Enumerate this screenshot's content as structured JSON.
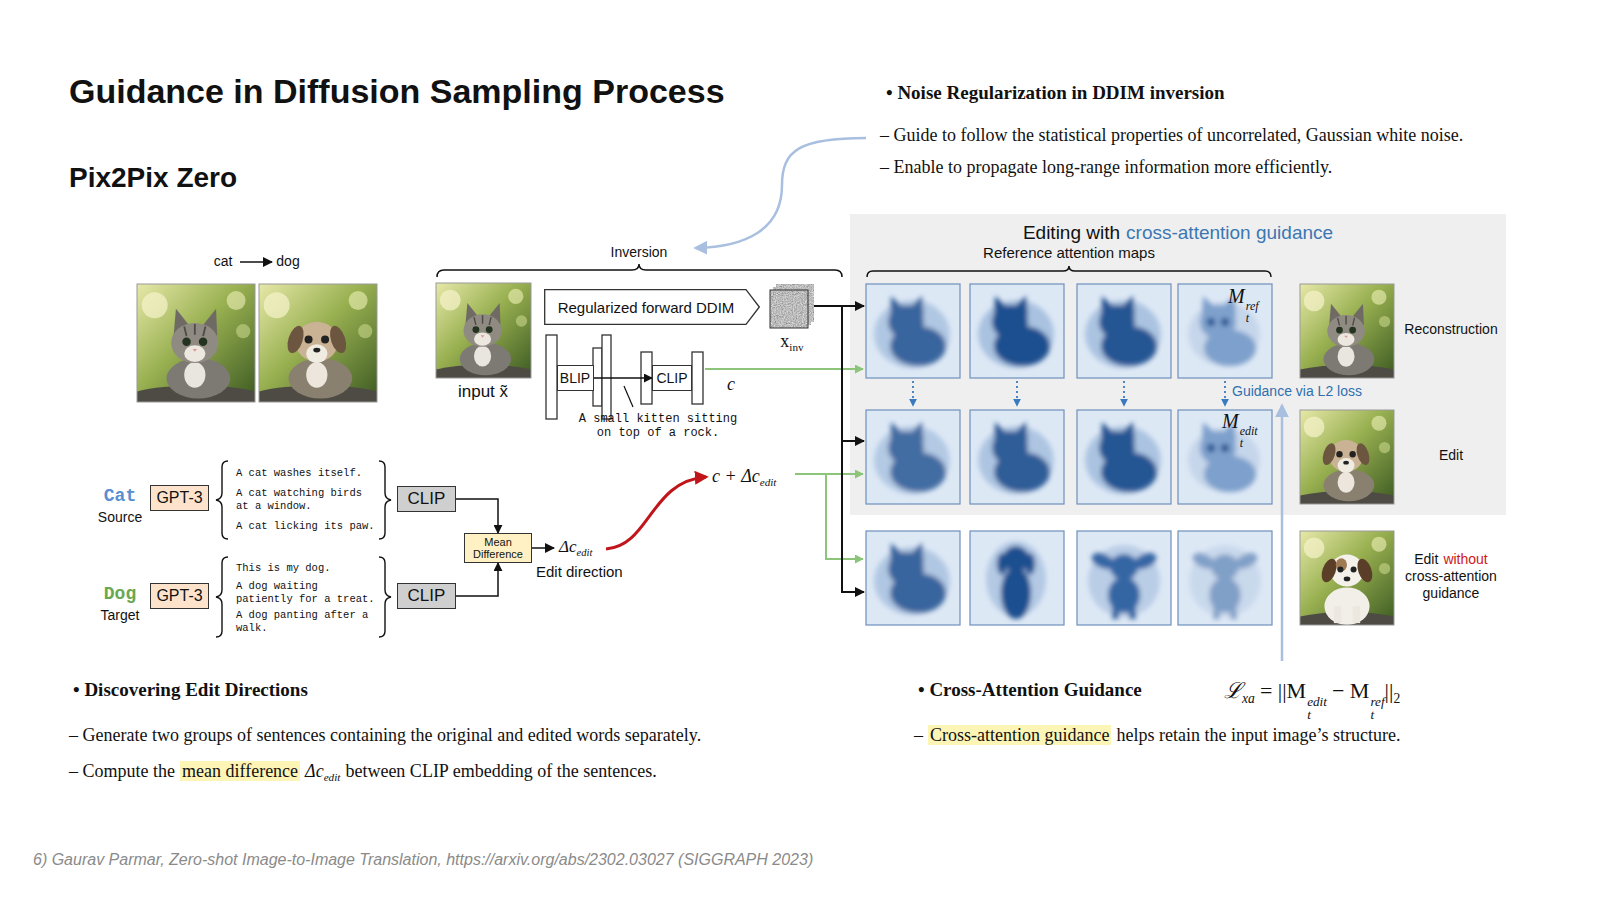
{
  "diagram": {
    "title": "Guidance in Diffusion Sampling Process",
    "caption": "6) Gaurav Parmar, Zero-shot Image-to-Image Translation, https://arxiv.org/abs/2302.03027 (SIGGRAPH 2023)",
    "nodes": [
      {
        "text": [
          "Regularized forward DDIM"
        ]
      },
      {
        "text": [
          "BLIP"
        ]
      },
      {
        "text": [
          "CLIP"
        ]
      },
      {
        "text": [
          "GPT-3"
        ]
      },
      {
        "text": [
          "CLIP"
        ]
      },
      {
        "text": [
          "GPT-3"
        ]
      },
      {
        "text": [
          "CLIP"
        ]
      },
      {
        "text": [
          "Mean Difference"
        ]
      },
      {
        "text": [
          "Editing with",
          "cross-attention guidance"
        ]
      }
    ],
    "edges": [
      {
        "from": 1,
        "to": 2,
        "arrow": "to"
      },
      {
        "from": 4,
        "to": 7,
        "arrow": "to"
      },
      {
        "from": 6,
        "to": 7,
        "arrow": "to"
      }
    ],
    "labels": [
      "Pix2Pix Zero",
      "• Noise Regularization in DDIM inversion",
      "– Guide to follow the statistical properties of uncorrelated, Gaussian white noise.",
      "– Enable to propagate long-range information more efficiently.",
      "cat",
      "dog",
      "Inversion",
      "input x̃",
      "x",
      "inv",
      "c",
      "A small kitten sitting on top of a rock.",
      "c + Δc",
      "edit",
      "Δc",
      "edit",
      "Edit direction",
      "Cat",
      "Source",
      "A cat washes itself.",
      "A cat watching birds at a window.",
      "A cat licking its paw.",
      "Dog",
      "Target",
      "This is my dog.",
      "A dog waiting patiently for a treat.",
      "A dog panting after a walk.",
      "Reference attention maps",
      "M",
      "t",
      "ref",
      "M",
      "t",
      "edit",
      "Guidance via L2 loss",
      "Reconstruction",
      "Edit",
      "Edit",
      "without",
      "cross-attention guidance",
      "• Discovering Edit Directions",
      "– Generate two groups of sentences containing the original and edited words separately.",
      "– Compute the",
      "mean difference",
      "Δc",
      "edit",
      "between CLIP embedding of the sentences.",
      "• Cross-Attention Guidance",
      "ℒ",
      "xa",
      "= ||M",
      "t",
      "edit",
      "− M",
      "t",
      "ref",
      "||",
      "2",
      "–",
      "Cross-attention guidance",
      "helps retain the input image’s structure."
    ]
  }
}
